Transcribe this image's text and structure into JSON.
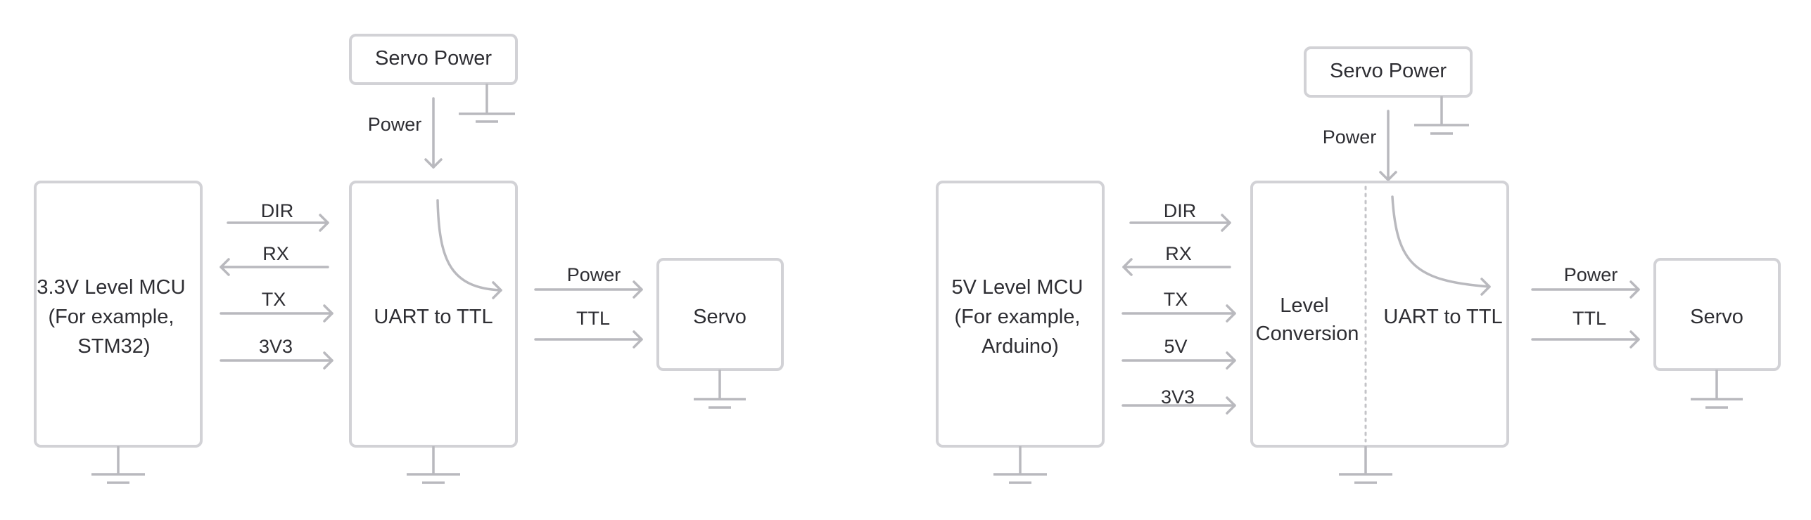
{
  "left": {
    "servo_power_label": "Servo Power",
    "power_label": "Power",
    "mcu_lines": [
      "3.3V Level MCU",
      "(For example,",
      "STM32)"
    ],
    "uart_label": "UART to TTL",
    "signals": [
      "DIR",
      "RX",
      "TX",
      "3V3"
    ],
    "power_out_label": "Power",
    "ttl_label": "TTL",
    "servo_label": "Servo"
  },
  "right": {
    "servo_power_label": "Servo Power",
    "power_label": "Power",
    "mcu_lines": [
      "5V Level MCU",
      "(For example,",
      "Arduino)"
    ],
    "level_lines": [
      "Level",
      "Conversion"
    ],
    "uart_label": "UART to TTL",
    "signals": [
      "DIR",
      "RX",
      "TX",
      "5V",
      "3V3"
    ],
    "power_out_label": "Power",
    "ttl_label": "TTL",
    "servo_label": "Servo"
  }
}
